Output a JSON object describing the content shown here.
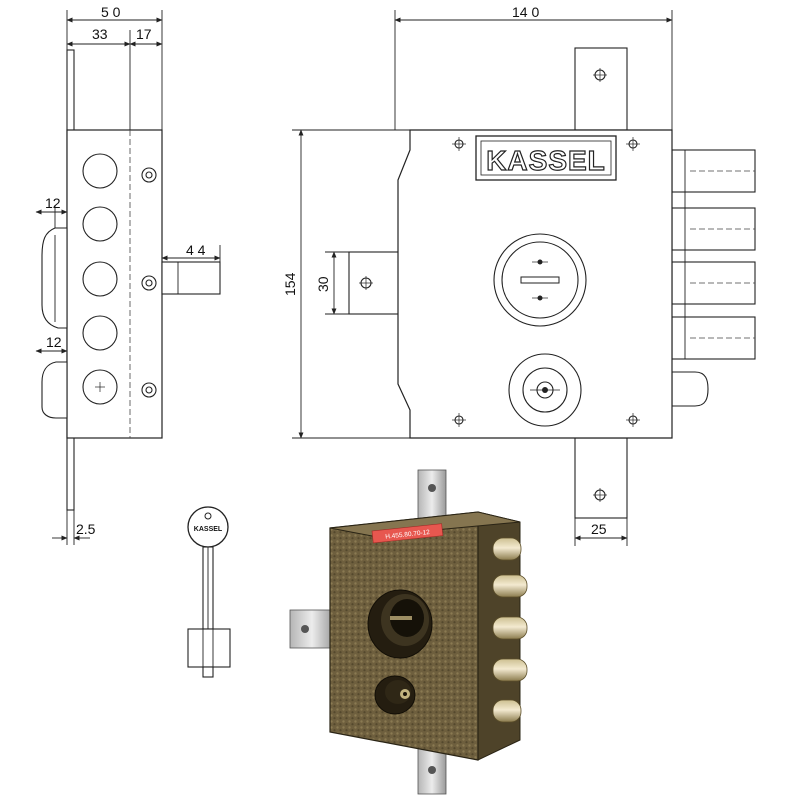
{
  "brand": {
    "logo_text": "KASSEL",
    "key_head_text": "KASSEL"
  },
  "side_view": {
    "width_overall": "5 0",
    "width_part_a": "33",
    "width_part_b": "17",
    "backplate_offset_top": "12",
    "backplate_offset_bottom": "12",
    "bolt_projection": "4 4",
    "plate_thickness": "2.5"
  },
  "front_view": {
    "width_overall": "14 0",
    "height_overall": "154",
    "latch_height": "30",
    "tab_width": "25"
  },
  "photo": {
    "label_text": "H.455.80.70-12"
  }
}
